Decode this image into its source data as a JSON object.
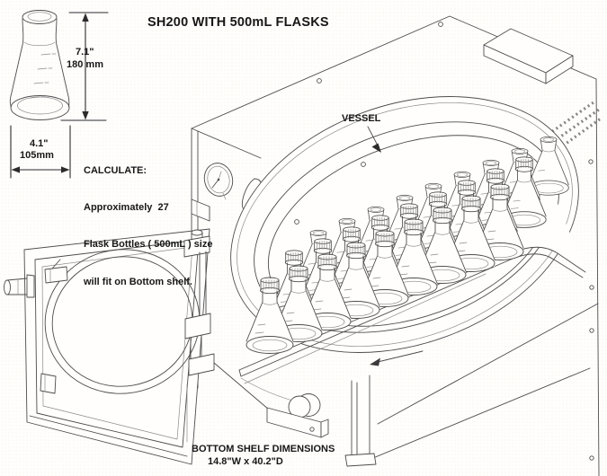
{
  "title": "SH200 WITH 500mL FLASKS",
  "reference_flask": {
    "height_inches": "7.1\"",
    "height_metric": "180 mm",
    "width_inches": "4.1\"",
    "width_metric": "105mm"
  },
  "calculate_note": {
    "heading": "CALCULATE:",
    "line2": "Approximately  27",
    "line3": "Flask Bottles ( 500mL ) size",
    "line4": "will fit on Bottom shelf."
  },
  "vessel_label": "VESSEL",
  "bottom_shelf": {
    "line1": "BOTTOM SHELF DIMENSIONS",
    "line2": "14.8\"W x 40.2\"D"
  },
  "figure": {
    "flask_rows": 3,
    "flask_columns": 9,
    "total_flasks": 27,
    "line_color": "#4d4d4d",
    "dimension_color": "#2b2b2b",
    "background": "#fffefc"
  }
}
